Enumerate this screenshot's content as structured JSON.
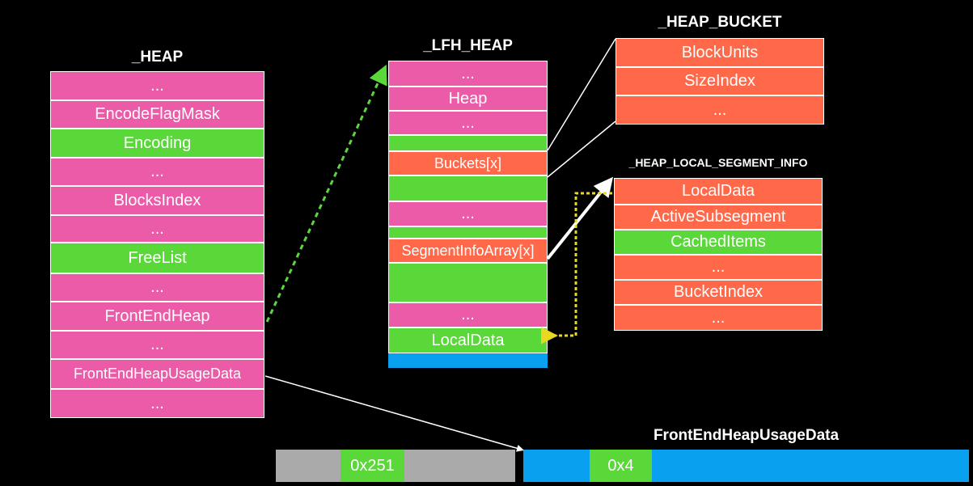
{
  "heap": {
    "title": "_HEAP",
    "fields": [
      "...",
      "EncodeFlagMask",
      "Encoding",
      "...",
      "BlocksIndex",
      "...",
      "FreeList",
      "...",
      "FrontEndHeap",
      "...",
      "FrontEndHeapUsageData",
      "..."
    ]
  },
  "lfh_heap": {
    "title": "_LFH_HEAP",
    "fields": [
      "...",
      "Heap",
      "...",
      "",
      "Buckets[x]",
      "",
      "...",
      "",
      "SegmentInfoArray[x]",
      "",
      "...",
      "LocalData",
      ""
    ]
  },
  "heap_bucket": {
    "title": "_HEAP_BUCKET",
    "fields": [
      "BlockUnits",
      "SizeIndex",
      "..."
    ]
  },
  "segment_info": {
    "title": "_HEAP_LOCAL_SEGMENT_INFO",
    "fields": [
      "LocalData",
      "ActiveSubsegment",
      "CachedItems",
      "...",
      "BucketIndex",
      "..."
    ]
  },
  "usage": {
    "title": "FrontEndHeapUsageData",
    "left_value": "0x251",
    "right_value": "0x4"
  },
  "colors": {
    "pink": "#eb5ba8",
    "green": "#5ad83a",
    "red": "#ff6849",
    "blue": "#0aa0f0",
    "gray": "#aaaaaa",
    "yellow_arrow": "#e8d820",
    "green_arrow": "#5ad83a"
  }
}
